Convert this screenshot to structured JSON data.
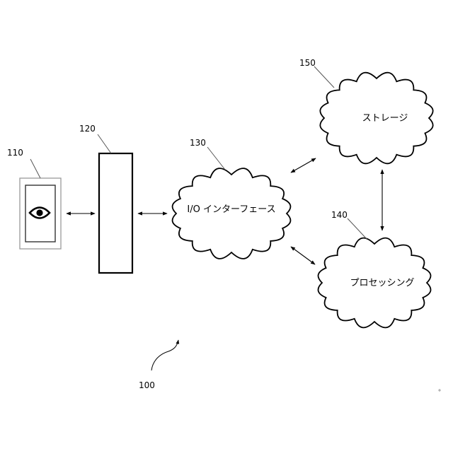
{
  "diagram": {
    "system_ref": "100",
    "device_ref": "110",
    "module_ref": "120",
    "io_ref": "130",
    "io_label": "I/O インターフェース",
    "processing_ref": "140",
    "processing_label": "プロセッシング",
    "storage_ref": "150",
    "storage_label": "ストレージ",
    "device_icon": "eye-icon",
    "line_color": "#000000"
  }
}
